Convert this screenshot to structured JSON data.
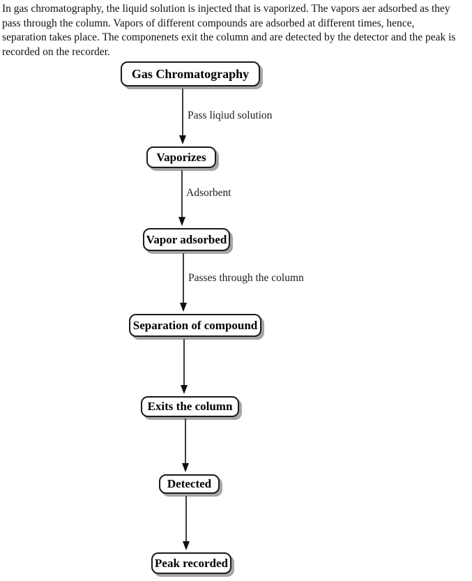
{
  "intro": {
    "lines": [
      "In gas chromatography, the liquid solution is injected that is vaporized. The vapors aer adsorbed as they",
      "pass through the column. Vapors of different compounds are adsorbed at different times, hence,",
      "separation takes place. The componenets exit the column and are detected by the detector and the peak is",
      "recorded on the recorder."
    ]
  },
  "flowchart": {
    "nodes": [
      {
        "id": "gas-chromatography",
        "label": "Gas Chromatography"
      },
      {
        "id": "vaporizes",
        "label": "Vaporizes"
      },
      {
        "id": "vapor-adsorbed",
        "label": "Vapor adsorbed"
      },
      {
        "id": "separation-of-compound",
        "label": "Separation of compound"
      },
      {
        "id": "exits-the-column",
        "label": "Exits the column"
      },
      {
        "id": "detected",
        "label": "Detected"
      },
      {
        "id": "peak-recorded",
        "label": "Peak recorded"
      }
    ],
    "edge_labels": [
      {
        "label": "Pass liqiud solution"
      },
      {
        "label": "Adsorbent"
      },
      {
        "label": "Passes through the column"
      }
    ],
    "colors": {
      "node_fill": "#ffffff",
      "node_border": "#1a1a1a",
      "node_shadow": "#a6a6a6",
      "arrow_line": "#3c3c3c",
      "arrow_head": "#101010",
      "text": "#111111"
    }
  }
}
